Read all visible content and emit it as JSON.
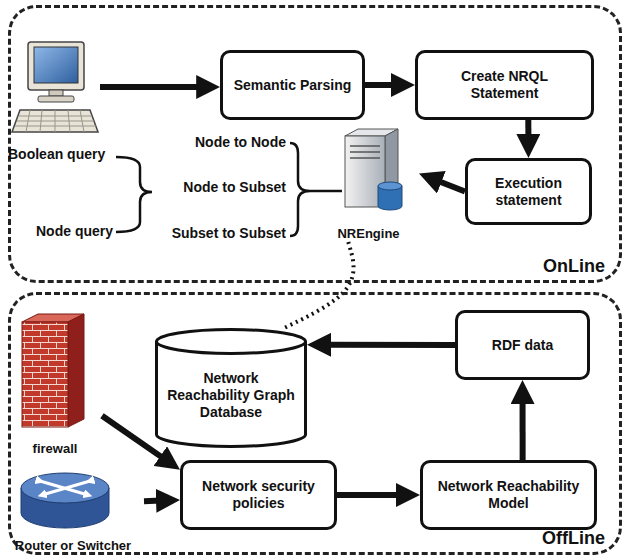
{
  "diagram": {
    "nodes": [
      {
        "text": [
          "OnLine"
        ]
      },
      {
        "text": [
          "Semantic Parsing"
        ],
        "in": 0
      },
      {
        "text": [
          "Create NRQL Statement"
        ],
        "in": 0
      },
      {
        "text": [
          "Execution statement"
        ],
        "in": 0
      },
      {
        "text": [
          "NREngine"
        ],
        "in": 0
      },
      {
        "text": [
          "OffLine"
        ]
      },
      {
        "text": [
          "Network Reachability Graph Database"
        ],
        "in": 5
      },
      {
        "text": [
          "RDF data"
        ],
        "in": 5
      },
      {
        "text": [
          "firewall"
        ],
        "in": 5
      },
      {
        "text": [
          "Router or Switcher"
        ],
        "in": 5
      },
      {
        "text": [
          "Network security policies"
        ],
        "in": 5
      },
      {
        "text": [
          "Network Reachability Model"
        ],
        "in": 5
      }
    ],
    "edges": [
      {
        "from": 1,
        "to": 2,
        "arrow": "to"
      },
      {
        "from": 2,
        "to": 3,
        "arrow": "to"
      },
      {
        "from": 3,
        "to": 4,
        "arrow": "to"
      },
      {
        "from": 4,
        "to": 6,
        "arrow": "none"
      },
      {
        "from": 7,
        "to": 6,
        "arrow": "to"
      },
      {
        "from": 8,
        "to": 10,
        "arrow": "to"
      },
      {
        "from": 9,
        "to": 10,
        "arrow": "to"
      },
      {
        "from": 10,
        "to": 11,
        "arrow": "to"
      },
      {
        "from": 11,
        "to": 7,
        "arrow": "to"
      }
    ],
    "labels": [
      "Node to Node",
      "Boolean query",
      "Node to Subset",
      "Node query",
      "Subset to Subset"
    ]
  }
}
